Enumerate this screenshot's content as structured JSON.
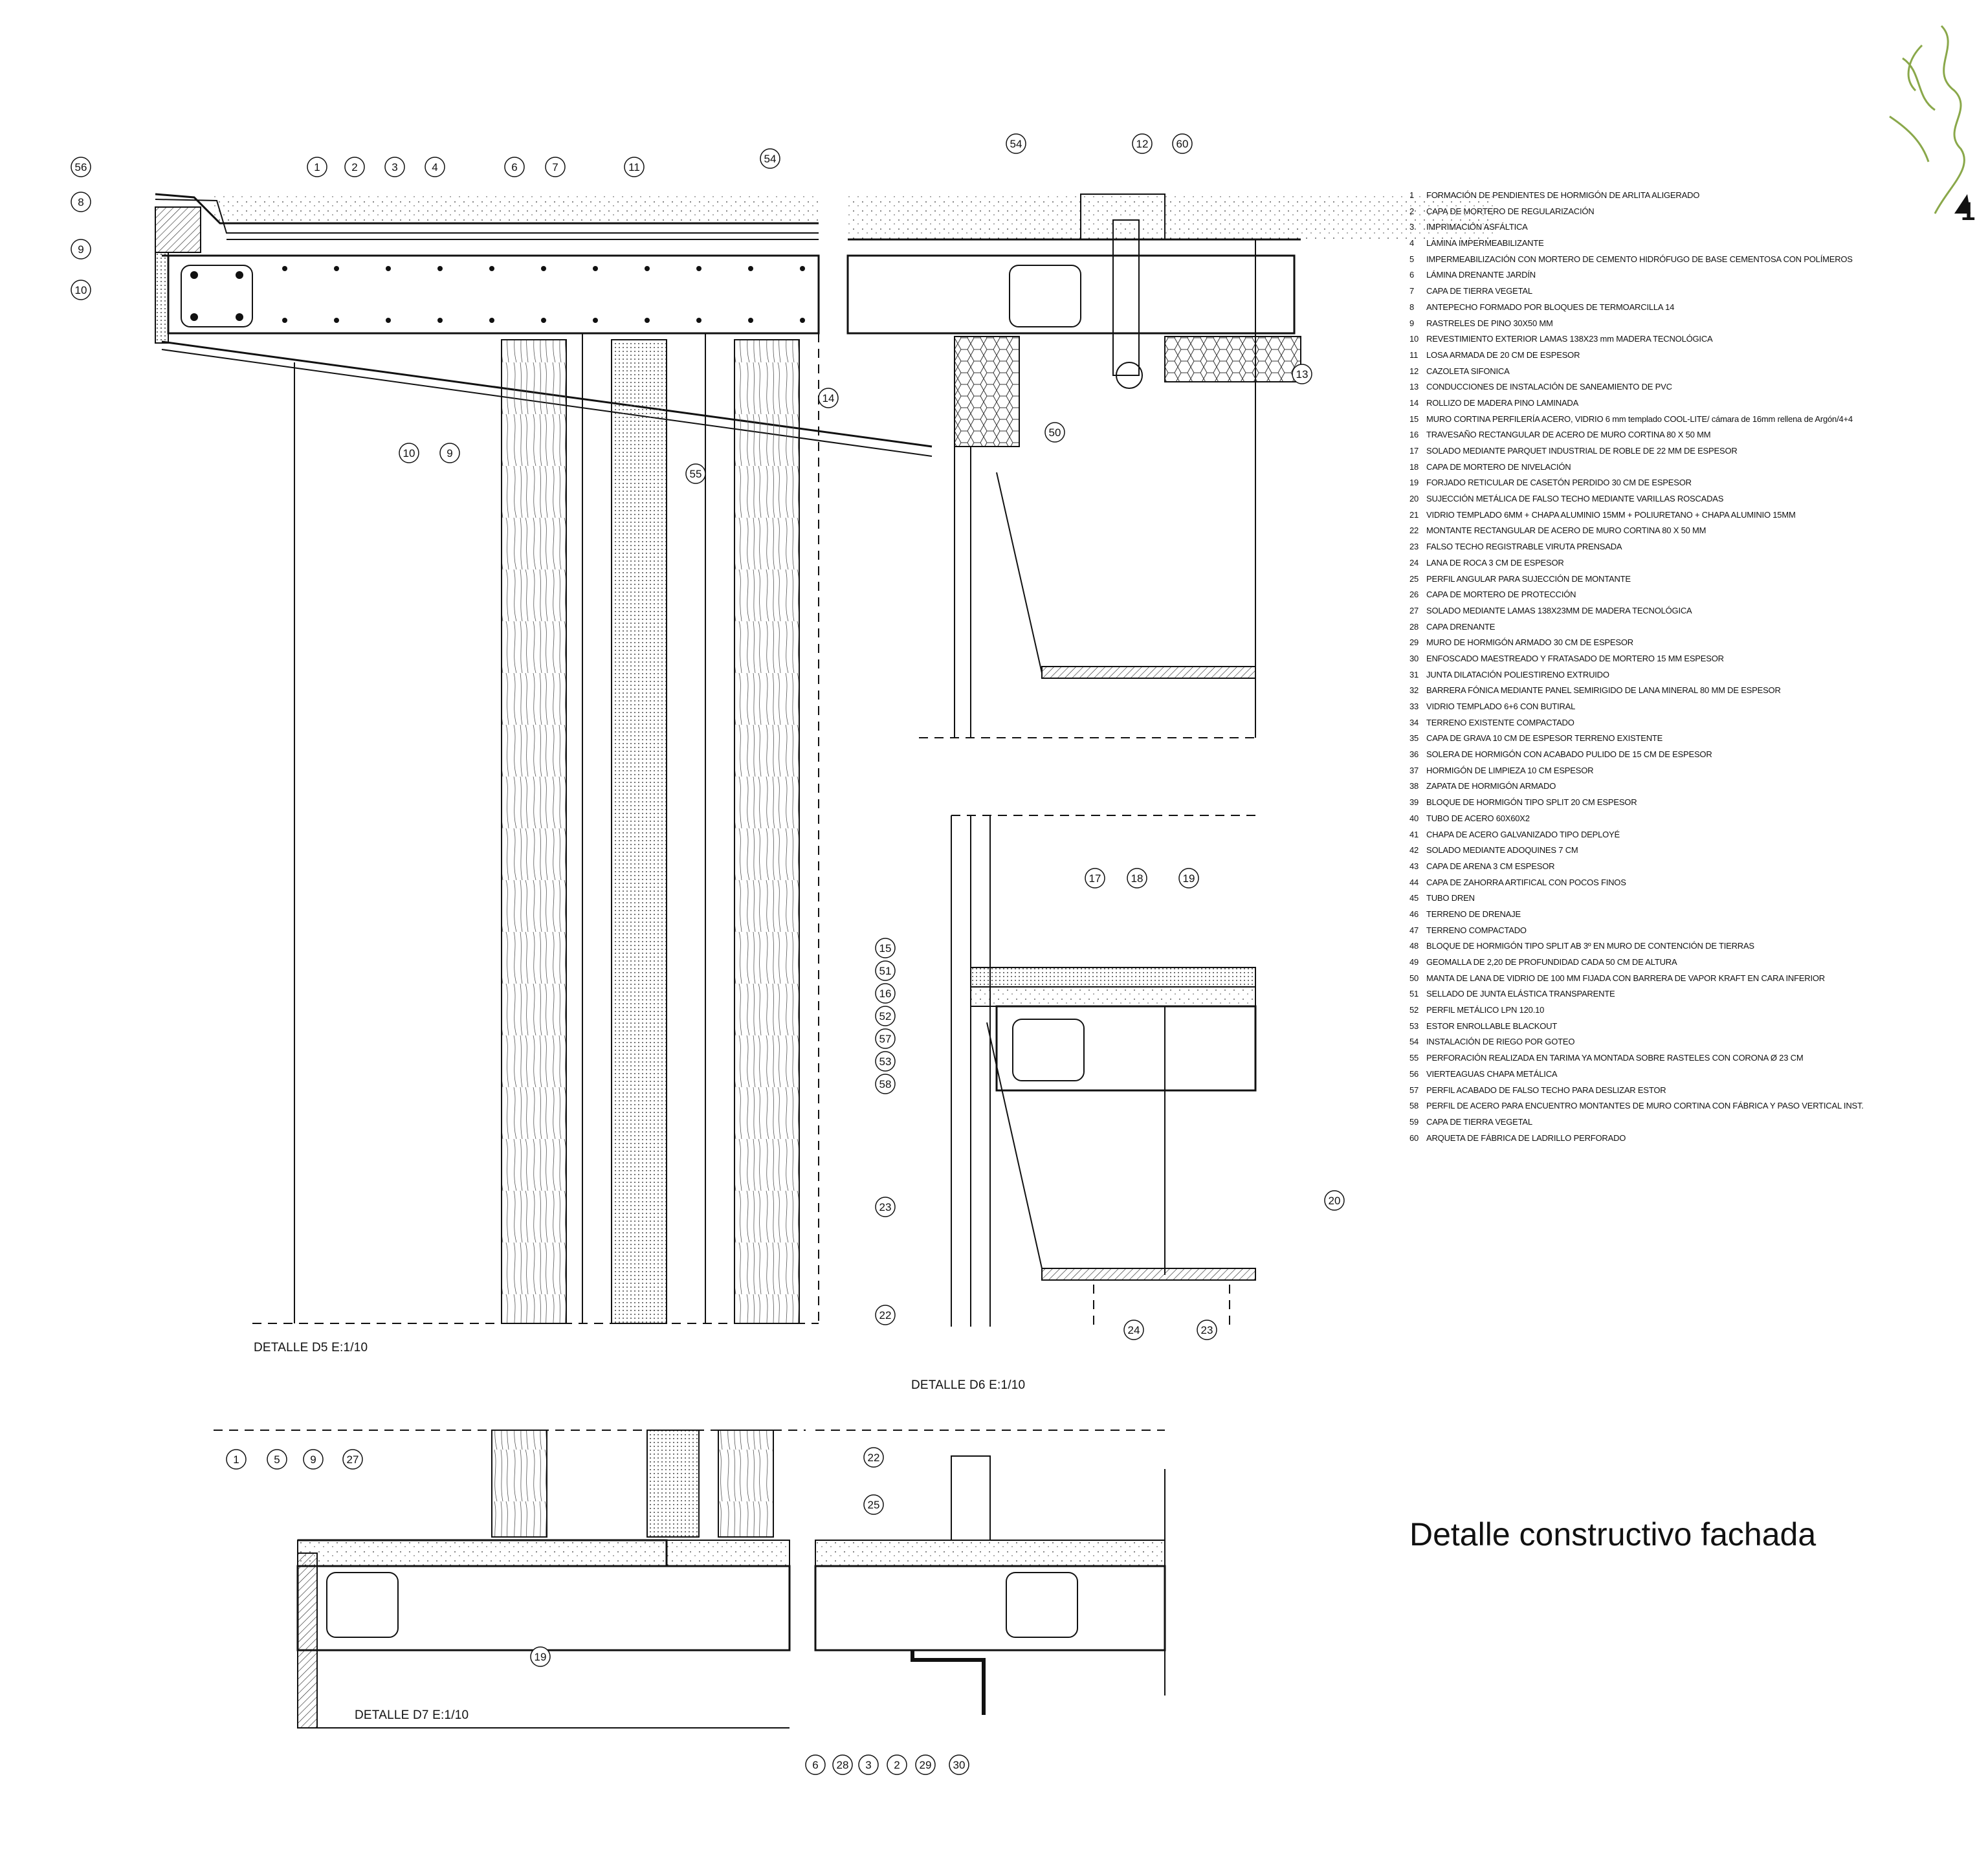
{
  "title": "Detalle constructivo fachada",
  "details": {
    "d5": "DETALLE D5  E:1/10",
    "d6": "DETALLE D6  E:1/10",
    "d7": "DETALLE D7  E:1/10"
  },
  "logo_mark": "1",
  "legend": [
    {
      "n": "1",
      "text": "FORMACIÓN DE PENDIENTES DE HORMIGÓN DE ARLITA ALIGERADO"
    },
    {
      "n": "2",
      "text": "CAPA DE MORTERO DE REGULARIZACIÓN"
    },
    {
      "n": "3",
      "text": "IMPRIMACIÓN ASFÁLTICA"
    },
    {
      "n": "4",
      "text": "LAMINA IMPERMEABILIZANTE"
    },
    {
      "n": "5",
      "text": "IMPERMEABILIZACIÓN CON MORTERO DE CEMENTO HIDRÓFUGO DE BASE CEMENTOSA CON POLÍMEROS"
    },
    {
      "n": "6",
      "text": "LÁMINA DRENANTE JARDÍN"
    },
    {
      "n": "7",
      "text": "CAPA DE TIERRA VEGETAL"
    },
    {
      "n": "8",
      "text": "ANTEPECHO FORMADO POR BLOQUES DE TERMOARCILLA 14"
    },
    {
      "n": "9",
      "text": "RASTRELES DE PINO 30X50 MM"
    },
    {
      "n": "10",
      "text": "REVESTIMIENTO EXTERIOR LAMAS 138X23 mm MADERA TECNOLÓGICA"
    },
    {
      "n": "11",
      "text": "LOSA ARMADA DE 20 CM DE ESPESOR"
    },
    {
      "n": "12",
      "text": "CAZOLETA SIFONICA"
    },
    {
      "n": "13",
      "text": "CONDUCCIONES DE INSTALACIÓN DE SANEAMIENTO DE PVC"
    },
    {
      "n": "14",
      "text": "ROLLIZO DE MADERA PINO  LAMINADA"
    },
    {
      "n": "15",
      "text": "MURO CORTINA PERFILERÍA ACERO, VIDRIO 6 mm templado COOL-LITE/ cámara de 16mm rellena de Argón/4+4"
    },
    {
      "n": "16",
      "text": "TRAVESAÑO RECTANGULAR DE ACERO DE MURO CORTINA 80 X 50 MM"
    },
    {
      "n": "17",
      "text": "SOLADO MEDIANTE PARQUET INDUSTRIAL DE ROBLE  DE 22 MM DE ESPESOR"
    },
    {
      "n": "18",
      "text": "CAPA DE MORTERO DE NIVELACIÓN"
    },
    {
      "n": "19",
      "text": "FORJADO RETICULAR DE CASETÓN PERDIDO 30 CM DE ESPESOR"
    },
    {
      "n": "20",
      "text": "SUJECCIÓN METÁLICA DE FALSO TECHO MEDIANTE VARILLAS ROSCADAS"
    },
    {
      "n": "21",
      "text": "VIDRIO TEMPLADO 6MM + CHAPA ALUMINIO 15MM + POLIURETANO  + CHAPA ALUMINIO 15MM"
    },
    {
      "n": "22",
      "text": "MONTANTE RECTANGULAR DE ACERO DE MURO CORTINA 80 X 50 MM"
    },
    {
      "n": "23",
      "text": "FALSO TECHO REGISTRABLE VIRUTA PRENSADA"
    },
    {
      "n": "24",
      "text": "LANA DE ROCA 3 CM DE ESPESOR"
    },
    {
      "n": "25",
      "text": "PERFIL ANGULAR PARA SUJECCIÓN DE MONTANTE"
    },
    {
      "n": "26",
      "text": "CAPA DE MORTERO DE PROTECCIÓN"
    },
    {
      "n": "27",
      "text": "SOLADO MEDIANTE LAMAS 138X23MM DE MADERA TECNOLÓGICA"
    },
    {
      "n": "28",
      "text": "CAPA DRENANTE"
    },
    {
      "n": "29",
      "text": "MURO DE HORMIGÓN ARMADO 30 CM DE ESPESOR"
    },
    {
      "n": "30",
      "text": "ENFOSCADO MAESTREADO Y FRATASADO DE MORTERO 15 MM ESPESOR"
    },
    {
      "n": "31",
      "text": "JUNTA DILATACIÓN POLIESTIRENO EXTRUIDO"
    },
    {
      "n": "32",
      "text": "BARRERA FÓNICA MEDIANTE PANEL SEMIRIGIDO DE LANA MINERAL 80 MM DE ESPESOR"
    },
    {
      "n": "33",
      "text": "VIDRIO TEMPLADO 6+6 CON BUTIRAL"
    },
    {
      "n": "34",
      "text": "TERRENO EXISTENTE COMPACTADO"
    },
    {
      "n": "35",
      "text": "CAPA DE GRAVA 10 CM DE ESPESOR TERRENO EXISTENTE"
    },
    {
      "n": "36",
      "text": "SOLERA DE HORMIGÓN CON ACABADO PULIDO DE 15 CM DE ESPESOR"
    },
    {
      "n": "37",
      "text": "HORMIGÓN DE LIMPIEZA 10 CM ESPESOR"
    },
    {
      "n": "38",
      "text": "ZAPATA DE HORMIGÓN ARMADO"
    },
    {
      "n": "39",
      "text": "BLOQUE DE HORMIGÓN TIPO SPLIT 20 CM ESPESOR"
    },
    {
      "n": "40",
      "text": "TUBO DE ACERO 60X60X2"
    },
    {
      "n": "41",
      "text": "CHAPA DE ACERO GALVANIZADO TIPO DEPLOYÉ"
    },
    {
      "n": "42",
      "text": "SOLADO MEDIANTE ADOQUINES 7 CM"
    },
    {
      "n": "43",
      "text": "CAPA DE ARENA 3 CM ESPESOR"
    },
    {
      "n": "44",
      "text": "CAPA DE ZAHORRA ARTIFICAL CON POCOS FINOS"
    },
    {
      "n": "45",
      "text": "TUBO DREN"
    },
    {
      "n": "46",
      "text": "TERRENO DE DRENAJE"
    },
    {
      "n": "47",
      "text": "TERRENO COMPACTADO"
    },
    {
      "n": "48",
      "text": "BLOQUE DE HORMIGÓN TIPO SPLIT AB 3º EN MURO DE CONTENCIÓN DE TIERRAS"
    },
    {
      "n": "49",
      "text": "GEOMALLA DE 2,20 DE PROFUNDIDAD CADA 50 CM DE ALTURA"
    },
    {
      "n": "50",
      "text": "MANTA DE LANA DE VIDRIO DE 100 MM FIJADA CON BARRERA DE VAPOR KRAFT EN CARA INFERIOR"
    },
    {
      "n": "51",
      "text": "SELLADO DE JUNTA ELÁSTICA TRANSPARENTE"
    },
    {
      "n": "52",
      "text": "PERFIL METÁLICO LPN 120.10"
    },
    {
      "n": "53",
      "text": "ESTOR ENROLLABLE BLACKOUT"
    },
    {
      "n": "54",
      "text": "INSTALACIÓN DE RIEGO POR GOTEO"
    },
    {
      "n": "55",
      "text": "PERFORACIÓN REALIZADA EN TARIMA YA MONTADA SOBRE RASTELES CON CORONA Ø 23 CM"
    },
    {
      "n": "56",
      "text": "VIERTEAGUAS CHAPA METÁLICA"
    },
    {
      "n": "57",
      "text": "PERFIL ACABADO DE FALSO TECHO PARA DESLIZAR ESTOR"
    },
    {
      "n": "58",
      "text": "PERFIL DE ACERO PARA ENCUENTRO MONTANTES DE MURO CORTINA CON FÁBRICA Y PASO VERTICAL INST."
    },
    {
      "n": "59",
      "text": "CAPA DE TIERRA VEGETAL"
    },
    {
      "n": "60",
      "text": "ARQUETA DE FÁBRICA DE LADRILLO PERFORADO"
    }
  ],
  "callouts": {
    "d5": [
      "56",
      "8",
      "9",
      "10",
      "1",
      "2",
      "3",
      "4",
      "6",
      "7",
      "11",
      "54",
      "14",
      "10",
      "9",
      "55"
    ],
    "d6_top": [
      "54",
      "12",
      "60",
      "13",
      "50"
    ],
    "d6_mid": [
      "17",
      "18",
      "19",
      "15",
      "51",
      "16",
      "52",
      "57",
      "53",
      "58",
      "23",
      "20",
      "22",
      "24",
      "23"
    ],
    "d7_left": [
      "1",
      "5",
      "9",
      "27",
      "19"
    ],
    "d7_right": [
      "22",
      "25",
      "6",
      "28",
      "3",
      "2",
      "29",
      "30"
    ]
  },
  "colors": {
    "ink": "#111111",
    "logo_green": "#8aa84a"
  }
}
